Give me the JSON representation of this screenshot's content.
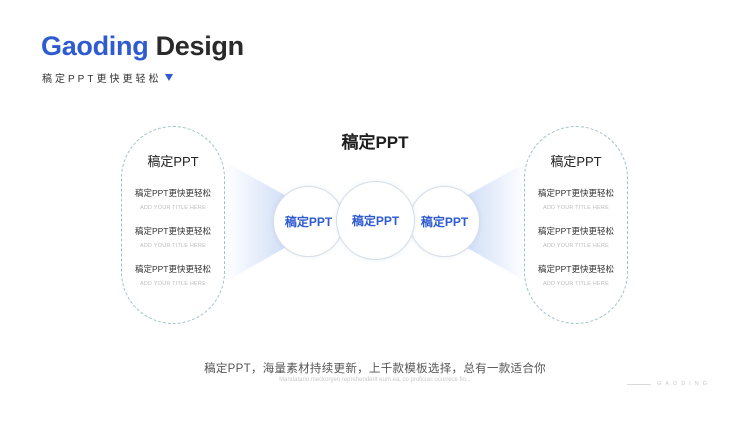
{
  "header": {
    "brand": "Gaoding",
    "brand_rest": " Design",
    "tagline": "稿定PPT更快更轻松"
  },
  "main_title": "稿定PPT",
  "left_panel": {
    "title": "稿定PPT",
    "items": [
      {
        "main": "稿定PPT更快更轻松",
        "sub": "ADD YOUR TITLE HERE"
      },
      {
        "main": "稿定PPT更快更轻松",
        "sub": "ADD YOUR TITLE HERE"
      },
      {
        "main": "稿定PPT更快更轻松",
        "sub": "ADD YOUR TITLE HERE"
      }
    ]
  },
  "right_panel": {
    "title": "稿定PPT",
    "items": [
      {
        "main": "稿定PPT更快更轻松",
        "sub": "ADD YOUR TITLE HERE"
      },
      {
        "main": "稿定PPT更快更轻松",
        "sub": "ADD YOUR TITLE HERE"
      },
      {
        "main": "稿定PPT更快更轻松",
        "sub": "ADD YOUR TITLE HERE"
      }
    ]
  },
  "circles": {
    "left": "稿定PPT",
    "middle": "稿定PPT",
    "right": "稿定PPT"
  },
  "bottom": {
    "main": "稿定PPT，海量素材持续更新，上千款模板选择，总有一款适合你",
    "sub": "Mandatario meckoryen reprehenderit eum ea, co proficias ocurrece fio..."
  },
  "footer_mark": "GAODING",
  "colors": {
    "accent": "#2f5bd0",
    "dashed_border": "#9fc1c9",
    "beam": "#c6d6f5"
  }
}
